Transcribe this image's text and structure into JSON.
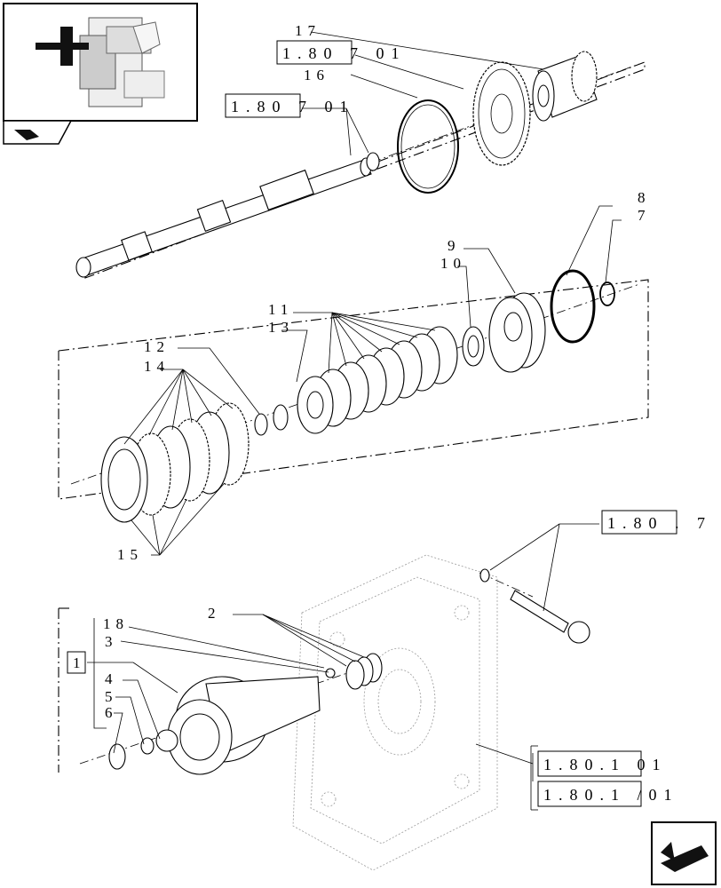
{
  "refs": {
    "r1": "1.80  7 01",
    "r2": "1.80  7 01",
    "r3": "1.80 . 7",
    "r4": "1.80.1  01",
    "r5": "1.80.1 /01"
  },
  "callouts": {
    "c17": "17",
    "c16": "16",
    "c8": "8",
    "c7": "7",
    "c9": "9",
    "c10": "10",
    "c11": "11",
    "c13": "13",
    "c12": "12",
    "c14": "14",
    "c15": "15",
    "c2": "2",
    "c18": "18",
    "c3": "3",
    "c1": "1",
    "c4": "4",
    "c5": "5",
    "c6": "6"
  },
  "icons": {
    "thumbnail": "transmission-thumbnail",
    "corner_left": "tractor-icon",
    "corner_right": "next-page-arrow-icon"
  }
}
